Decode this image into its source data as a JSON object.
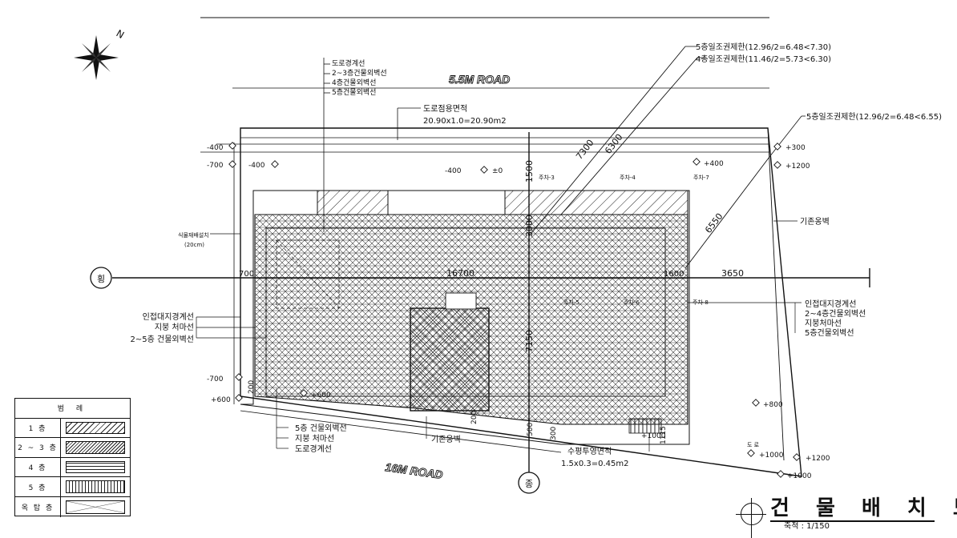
{
  "drawing": {
    "title": "건 물 배 치 도",
    "scale": "축척 : 1/150",
    "compass_label": "N"
  },
  "roads": {
    "north": "5.5M  ROAD",
    "south": "16M  ROAD"
  },
  "axis_markers": {
    "west": "횡",
    "south": "종"
  },
  "callouts": {
    "road_boundary_stack": [
      "도로경계선",
      "2~3층건물외벽선",
      "4층건물외벽선",
      "5층건물외벽선"
    ],
    "road_area_title": "도로점용면적",
    "road_area_value": "20.90x1.0=20.90m2",
    "sunlight_5f_north": "5층일조권제한(12.96/2=6.48<7.30)",
    "sunlight_4f_north": "4층일조권제한(11.46/2=5.73<6.30)",
    "sunlight_5f_east": "5층일조권제한(12.96/2=6.48<6.55)",
    "existing_wall_east": "기존옹벽",
    "planting_west": "식물재배설치",
    "planting_west_sub": "(20cm)",
    "west_stack": [
      "인접대지경계선",
      "지붕 처마선",
      "2~5층 건물외벽선"
    ],
    "east_stack": [
      "인접대지경계선",
      "2~4층건물외벽선",
      "지붕처마선",
      "5층건물외벽선"
    ],
    "south_stack": [
      "5층 건물외벽선",
      "지붕 처마선",
      "도로경계선"
    ],
    "existing_wall_south": "기존옹벽",
    "projection_title": "수평투영면적",
    "projection_value": "1.5x0.3=0.45m2",
    "parking": [
      "주차-3",
      "주차-4",
      "주차-7",
      "주차-5",
      "주차-6",
      "주차-8"
    ],
    "road_east": "도 로"
  },
  "dimensions": {
    "d7300": "7300",
    "d6300": "6300",
    "d6550": "6550",
    "d1500": "1500",
    "d3000": "3000",
    "d700": "700",
    "d16700": "16700",
    "d3650": "3650",
    "d1600": "1600",
    "d7150": "7150",
    "d200a": "200",
    "d200b": "200",
    "d300": "300",
    "d500": "500",
    "d1115": "1115"
  },
  "levels": {
    "l1": "-400",
    "l2": "-700",
    "l3": "-400",
    "l4": "-400",
    "l5": "±0",
    "l6": "+400",
    "l7": "+300",
    "l8": "+1200",
    "l9": "-700",
    "l10": "+600",
    "l11": "+600",
    "l12": "+800",
    "l13": "+1000",
    "l14": "+1000",
    "l15": "+1200",
    "l16": "+1000"
  },
  "legend": {
    "header": "범 례",
    "rows": [
      {
        "label": "1 층",
        "pattern": "diag"
      },
      {
        "label": "2 ~ 3 층",
        "pattern": "diag-fine"
      },
      {
        "label": "4 층",
        "pattern": "horiz"
      },
      {
        "label": "5 층",
        "pattern": "vert"
      },
      {
        "label": "옥 탑 층",
        "pattern": "cross"
      }
    ]
  }
}
